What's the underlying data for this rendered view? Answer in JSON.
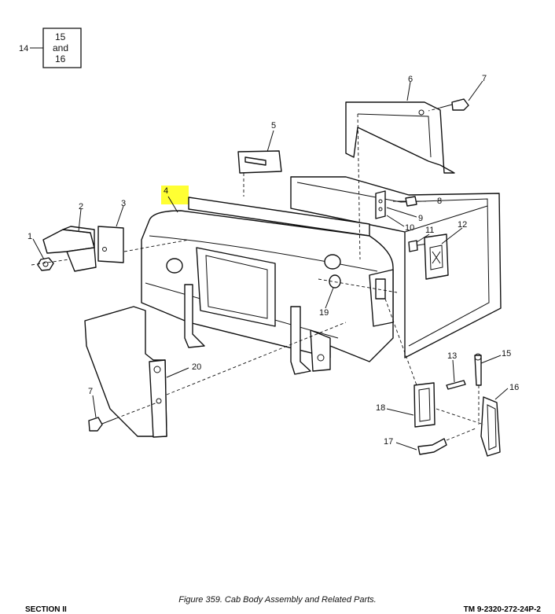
{
  "figure": {
    "caption": "Figure 359.  Cab Body Assembly and Related Parts.",
    "highlight_color": "#ffff33",
    "callouts": {
      "c1": "1",
      "c2": "2",
      "c3": "3",
      "c4": "4",
      "c5": "5",
      "c6": "6",
      "c7a": "7",
      "c7b": "7",
      "c8": "8",
      "c9": "9",
      "c10": "10",
      "c11": "11",
      "c12": "12",
      "c13": "13",
      "c14": "14",
      "c15": "15",
      "c16": "16",
      "c17": "17",
      "c18": "18",
      "c19": "19",
      "c20": "20"
    },
    "reference_box": {
      "line1": "15",
      "line2": "and",
      "line3": "16"
    }
  },
  "footer": {
    "left": "SECTION II",
    "right": "TM 9-2320-272-24P-2"
  }
}
